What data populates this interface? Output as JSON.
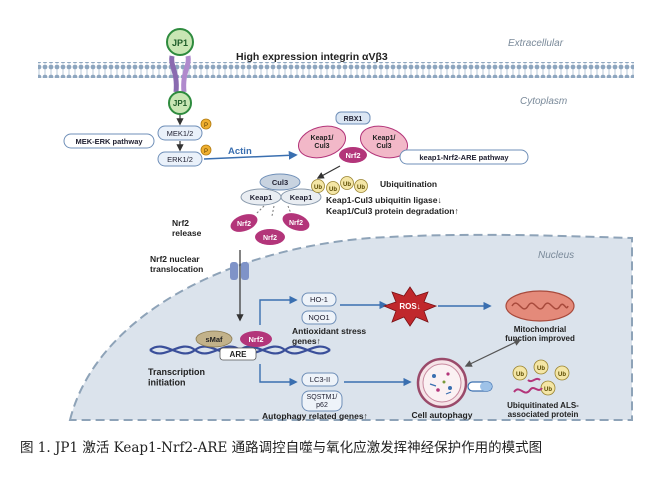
{
  "regions": {
    "extracellular": "Extracellular",
    "cytoplasm": "Cytoplasm",
    "nucleus": "Nucleus"
  },
  "header": {
    "jp1": "JP1",
    "integrin": "High expression integrin αVβ3"
  },
  "mapk": {
    "jp1": "JP1",
    "mek": "MEK1/2",
    "erk": "ERK1/2",
    "p": "P",
    "pathway": "MEK-ERK pathway",
    "actin": "Actin"
  },
  "complex": {
    "rbx1": "RBX1",
    "keap_cul3": "Keap1/\nCul3",
    "nrf2": "Nrf2",
    "pathway": "keap1-Nrf2-ARE pathway"
  },
  "ubiquitin": {
    "cul3": "Cul3",
    "keap1": "Keap1",
    "ub": "Ub",
    "title": "Ubiquitination",
    "line1": "Keap1-Cul3 ubiquitin ligase↓",
    "line2": "Keap1/Cul3 protein degradation↑"
  },
  "release": {
    "label": "Nrf2\nrelease",
    "nrf2": "Nrf2",
    "translocation": "Nrf2 nuclear\ntranslocation"
  },
  "nucleus": {
    "smaf": "sMaf",
    "nrf2": "Nrf2",
    "are": "ARE",
    "transcription": "Transcription\ninitiation"
  },
  "genes": {
    "ho1": "HO-1",
    "nqo1": "NQO1",
    "antiox": "Antioxidant stress\ngenes↑",
    "lc3": "LC3-II",
    "sqstm": "SQSTM1/\np62",
    "autophagy": "Autophagy related genes↑"
  },
  "effects": {
    "ros": "ROS↓",
    "mito": "Mitochondrial\nfunction improved",
    "cell_autophagy": "Cell autophagy",
    "ub": "Ub",
    "als": "Ubiquitinated ALS-\nassociated protein"
  },
  "caption": "图 1. JP1  激活  Keap1-Nrf2-ARE  通路调控自噬与氧化应激发挥神经保护作用的模式图",
  "colors": {
    "membrane": "#9fb3c8",
    "nucleus_fill": "#d9e1ea",
    "jp1_fill": "#c9e6b4",
    "jp1_stroke": "#2e8b3e",
    "nrf2": "#b3357a",
    "keap_pink": "#f2b8c8",
    "arrow": "#3a6fb0",
    "ros": "#c0282c",
    "ub_fill": "#f4e6a6"
  }
}
